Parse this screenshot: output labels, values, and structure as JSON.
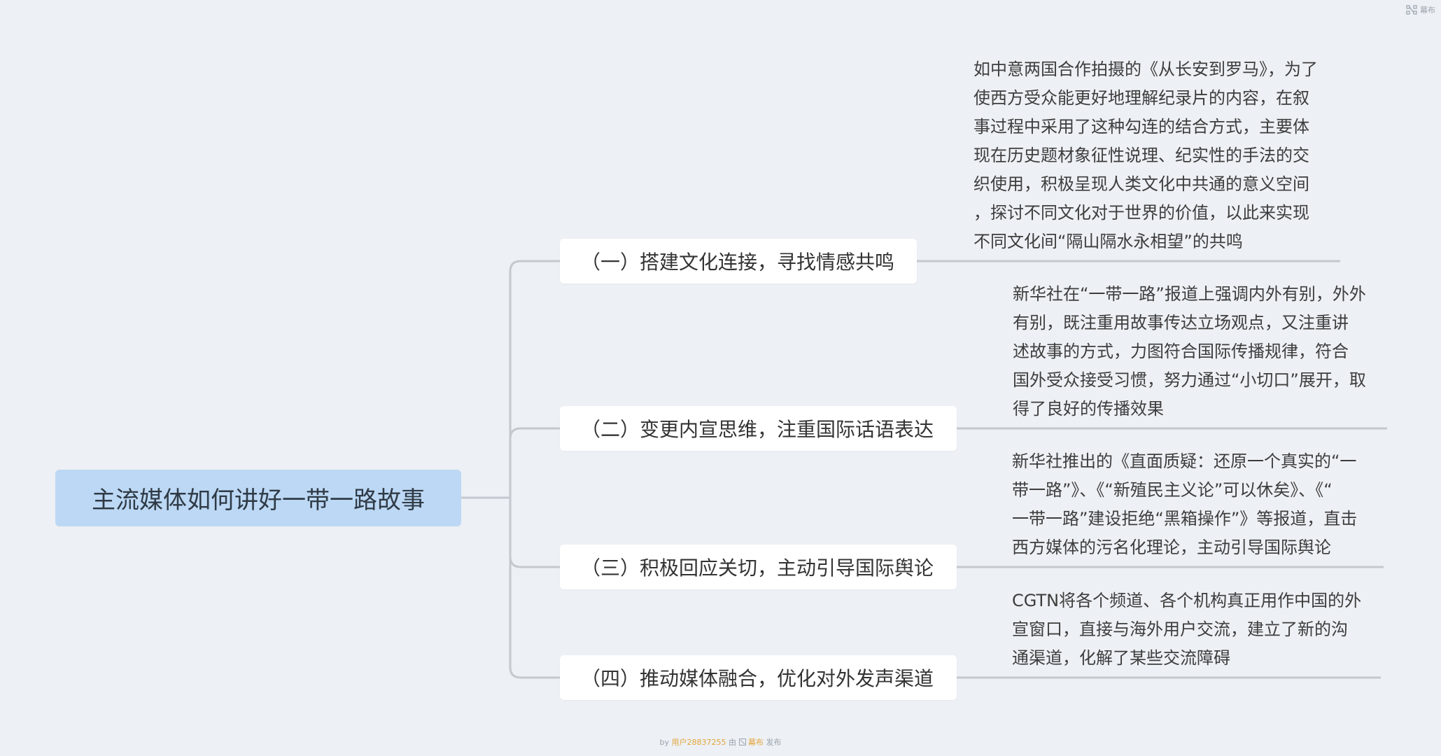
{
  "root": {
    "label": "主流媒体如何讲好一带一路故事"
  },
  "branches": [
    {
      "label": "（一）搭建文化连接，寻找情感共鸣",
      "note_lines": [
        "如中意两国合作拍摄的《从长安到罗马》，为了",
        "使西方受众能更好地理解纪录片的内容，在叙",
        "事过程中采用了这种勾连的结合方式，主要体",
        "现在历史题材象征性说理、纪实性的手法的交",
        "织使用，积极呈现人类文化中共通的意义空间",
        "，探讨不同文化对于世界的价值，以此来实现",
        "不同文化间“隔山隔水永相望”的共鸣"
      ]
    },
    {
      "label": "（二）变更内宣思维，注重国际话语表达",
      "note_lines": [
        "新华社在“一带一路”报道上强调内外有别，外外",
        "有别，既注重用故事传达立场观点，又注重讲",
        "述故事的方式，力图符合国际传播规律，符合",
        "国外受众接受习惯，努力通过“小切口”展开，取",
        "得了良好的传播效果"
      ]
    },
    {
      "label": "（三）积极回应关切，主动引导国际舆论",
      "note_lines": [
        "新华社推出的《直面质疑：还原一个真实的“一",
        "带一路”》、《“新殖民主义论”可以休矣》、《“",
        "一带一路”建设拒绝“黑箱操作”》等报道，直击",
        "西方媒体的污名化理论，主动引导国际舆论"
      ]
    },
    {
      "label": "（四）推动媒体融合，优化对外发声渠道",
      "note_lines": [
        " CGTN将各个频道、各个机构真正用作中国的外",
        "宣窗口，直接与海外用户交流，建立了新的沟",
        "通渠道，化解了某些交流障碍"
      ]
    }
  ],
  "watermark": {
    "label": "幕布"
  },
  "footer": {
    "by": "by",
    "user": "用户28837255",
    "via": "由",
    "brand": "幕布",
    "published": "发布"
  },
  "colors": {
    "background": "#edf0f4",
    "root_fill": "#bcd8f4",
    "branch_fill": "#ffffff",
    "connector": "#c4c9cf",
    "footer_highlight": "#e2a53a"
  }
}
